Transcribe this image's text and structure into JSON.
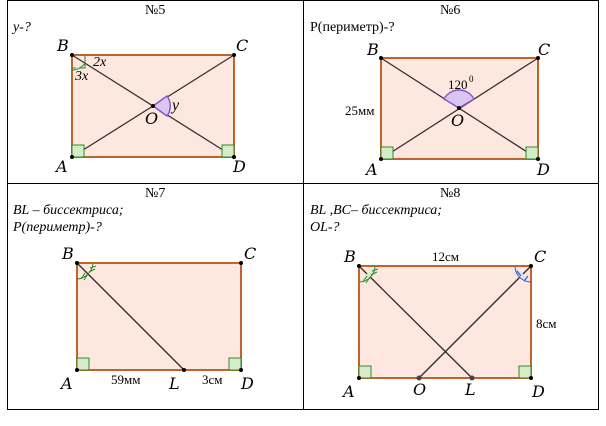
{
  "tasks": [
    {
      "number": "№5",
      "condition": [
        "y-?"
      ],
      "points": {
        "A": "A",
        "B": "B",
        "C": "C",
        "D": "D",
        "O": "O"
      },
      "annotations": {
        "angle_top": "2x",
        "angle_side": "3x",
        "angle_o": "y"
      }
    },
    {
      "number": "№6",
      "condition": [
        "P(периметр)-?"
      ],
      "points": {
        "A": "A",
        "B": "B",
        "C": "C",
        "D": "D",
        "O": "O"
      },
      "annotations": {
        "angle": "120",
        "angle_deg": "0",
        "side": "25мм"
      }
    },
    {
      "number": "№7",
      "condition": [
        "BL – биссектриса;",
        "P(периметр)-?"
      ],
      "points": {
        "A": "A",
        "B": "B",
        "C": "C",
        "D": "D",
        "L": "L"
      },
      "annotations": {
        "al": "59мм",
        "ld": "3см"
      }
    },
    {
      "number": "№8",
      "condition": [
        "BL ,BC– биссектриса;",
        "OL-?"
      ],
      "points": {
        "A": "A",
        "B": "B",
        "C": "C",
        "D": "D",
        "O": "O",
        "L": "L"
      },
      "annotations": {
        "bc": "12см",
        "cd": "8см"
      }
    }
  ],
  "colors": {
    "fill": "#fde7de",
    "edge": "#c0632c",
    "right_angle": "#2e8b2e",
    "angle_arc": "#8a4fc8",
    "arc_fill": "#d9c6f2",
    "mark_green": "#2e8b2e",
    "mark_blue": "#2f5bd8"
  }
}
